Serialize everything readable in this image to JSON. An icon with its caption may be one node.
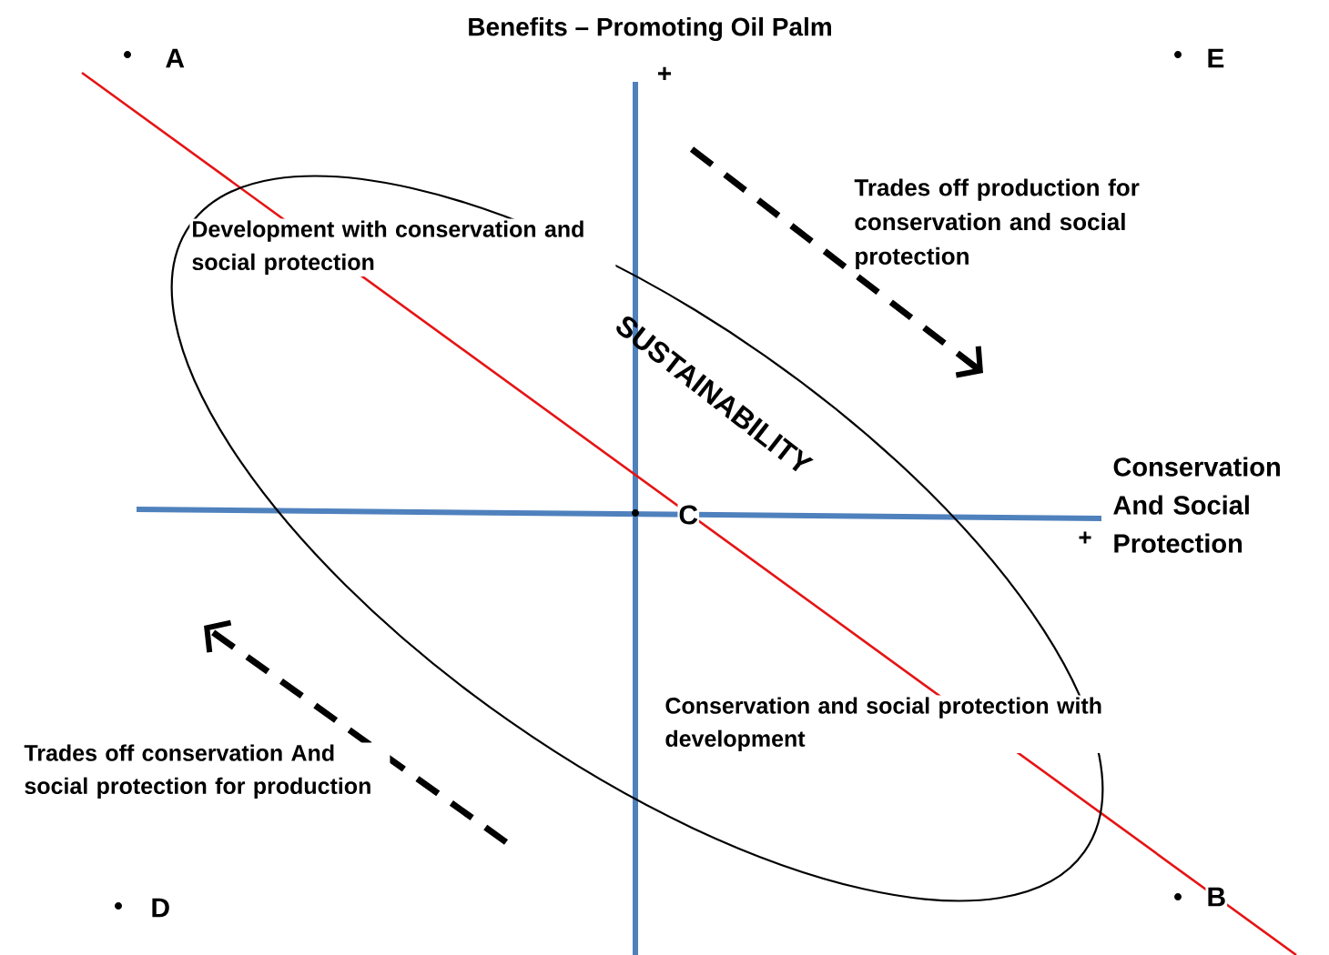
{
  "diagram": {
    "nodes": [
      {
        "text": [
          "SUSTAINABILITY"
        ]
      }
    ],
    "labels": [
      "A",
      "Benefits – Promoting Oil Palm",
      "E",
      "+",
      "Development with  conservation and social protection",
      "Trades off production for conservation and social protection",
      "Conservation And Social Protection",
      "C",
      "+",
      "Conservation and social protection with development",
      "Trades off conservation And social protection for production",
      "D",
      "B"
    ]
  }
}
